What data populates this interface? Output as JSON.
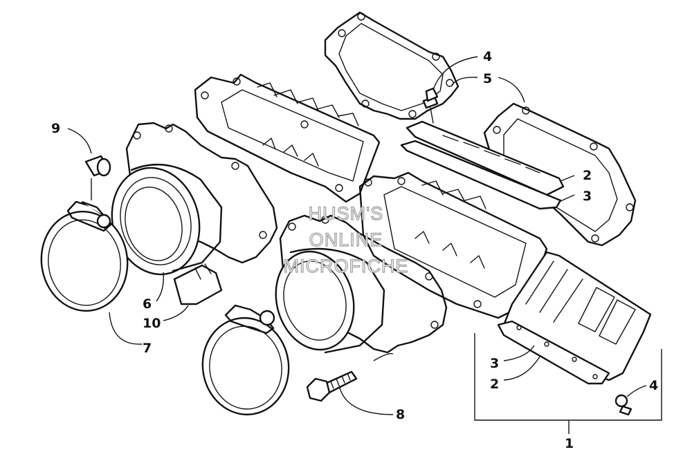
{
  "watermark": [
    "HUSM'S",
    "ONLINE",
    "MICROFICHE"
  ],
  "callouts": {
    "c1": "1",
    "c2a": "2",
    "c2b": "2",
    "c3a": "3",
    "c3b": "3",
    "c4a": "4",
    "c4b": "4",
    "c5": "5",
    "c6": "6",
    "c7": "7",
    "c8": "8",
    "c9": "9",
    "c10": "10"
  }
}
